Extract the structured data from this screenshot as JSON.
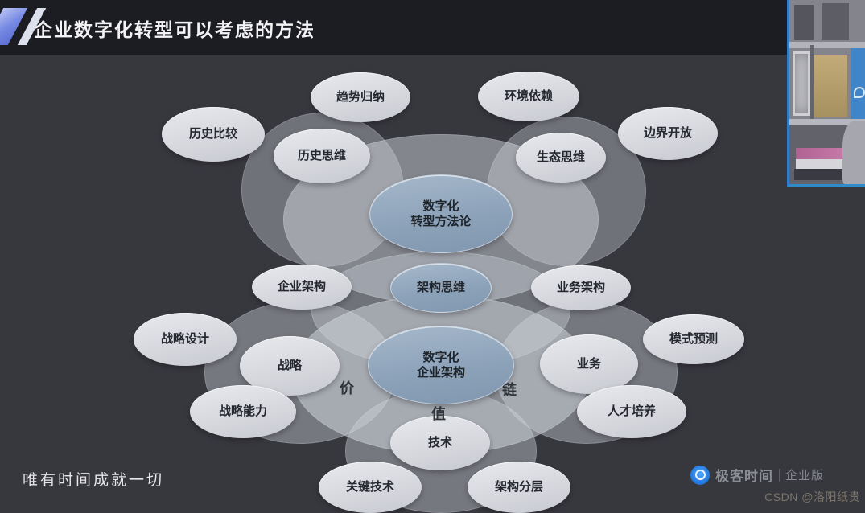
{
  "header": {
    "title": "企业数字化转型可以考虑的方法"
  },
  "diagram": {
    "nodes": [
      {
        "label": "趋势归纳"
      },
      {
        "label": "环境依赖"
      },
      {
        "label": "历史比较"
      },
      {
        "label": "历史思维"
      },
      {
        "label": "生态思维"
      },
      {
        "label": "边界开放"
      },
      {
        "line1": "数字化",
        "line2": "转型方法论"
      },
      {
        "label": "企业架构"
      },
      {
        "label": "架构思维"
      },
      {
        "label": "业务架构"
      },
      {
        "label": "战略设计"
      },
      {
        "label": "战略"
      },
      {
        "label": "模式预测"
      },
      {
        "label": "业务"
      },
      {
        "line1": "数字化",
        "line2": "企业架构"
      },
      {
        "label": "战略能力"
      },
      {
        "label": "人才培养"
      },
      {
        "label": "技术"
      },
      {
        "label": "关键技术"
      },
      {
        "label": "架构分层"
      }
    ],
    "value_chain_chars": {
      "left": "价",
      "bottom": "值",
      "right": "链"
    }
  },
  "footer": {
    "slogan": "唯有时间成就一切",
    "brand": "极客时间",
    "edition": "企业版",
    "watermark": "CSDN @洛阳纸贵"
  }
}
